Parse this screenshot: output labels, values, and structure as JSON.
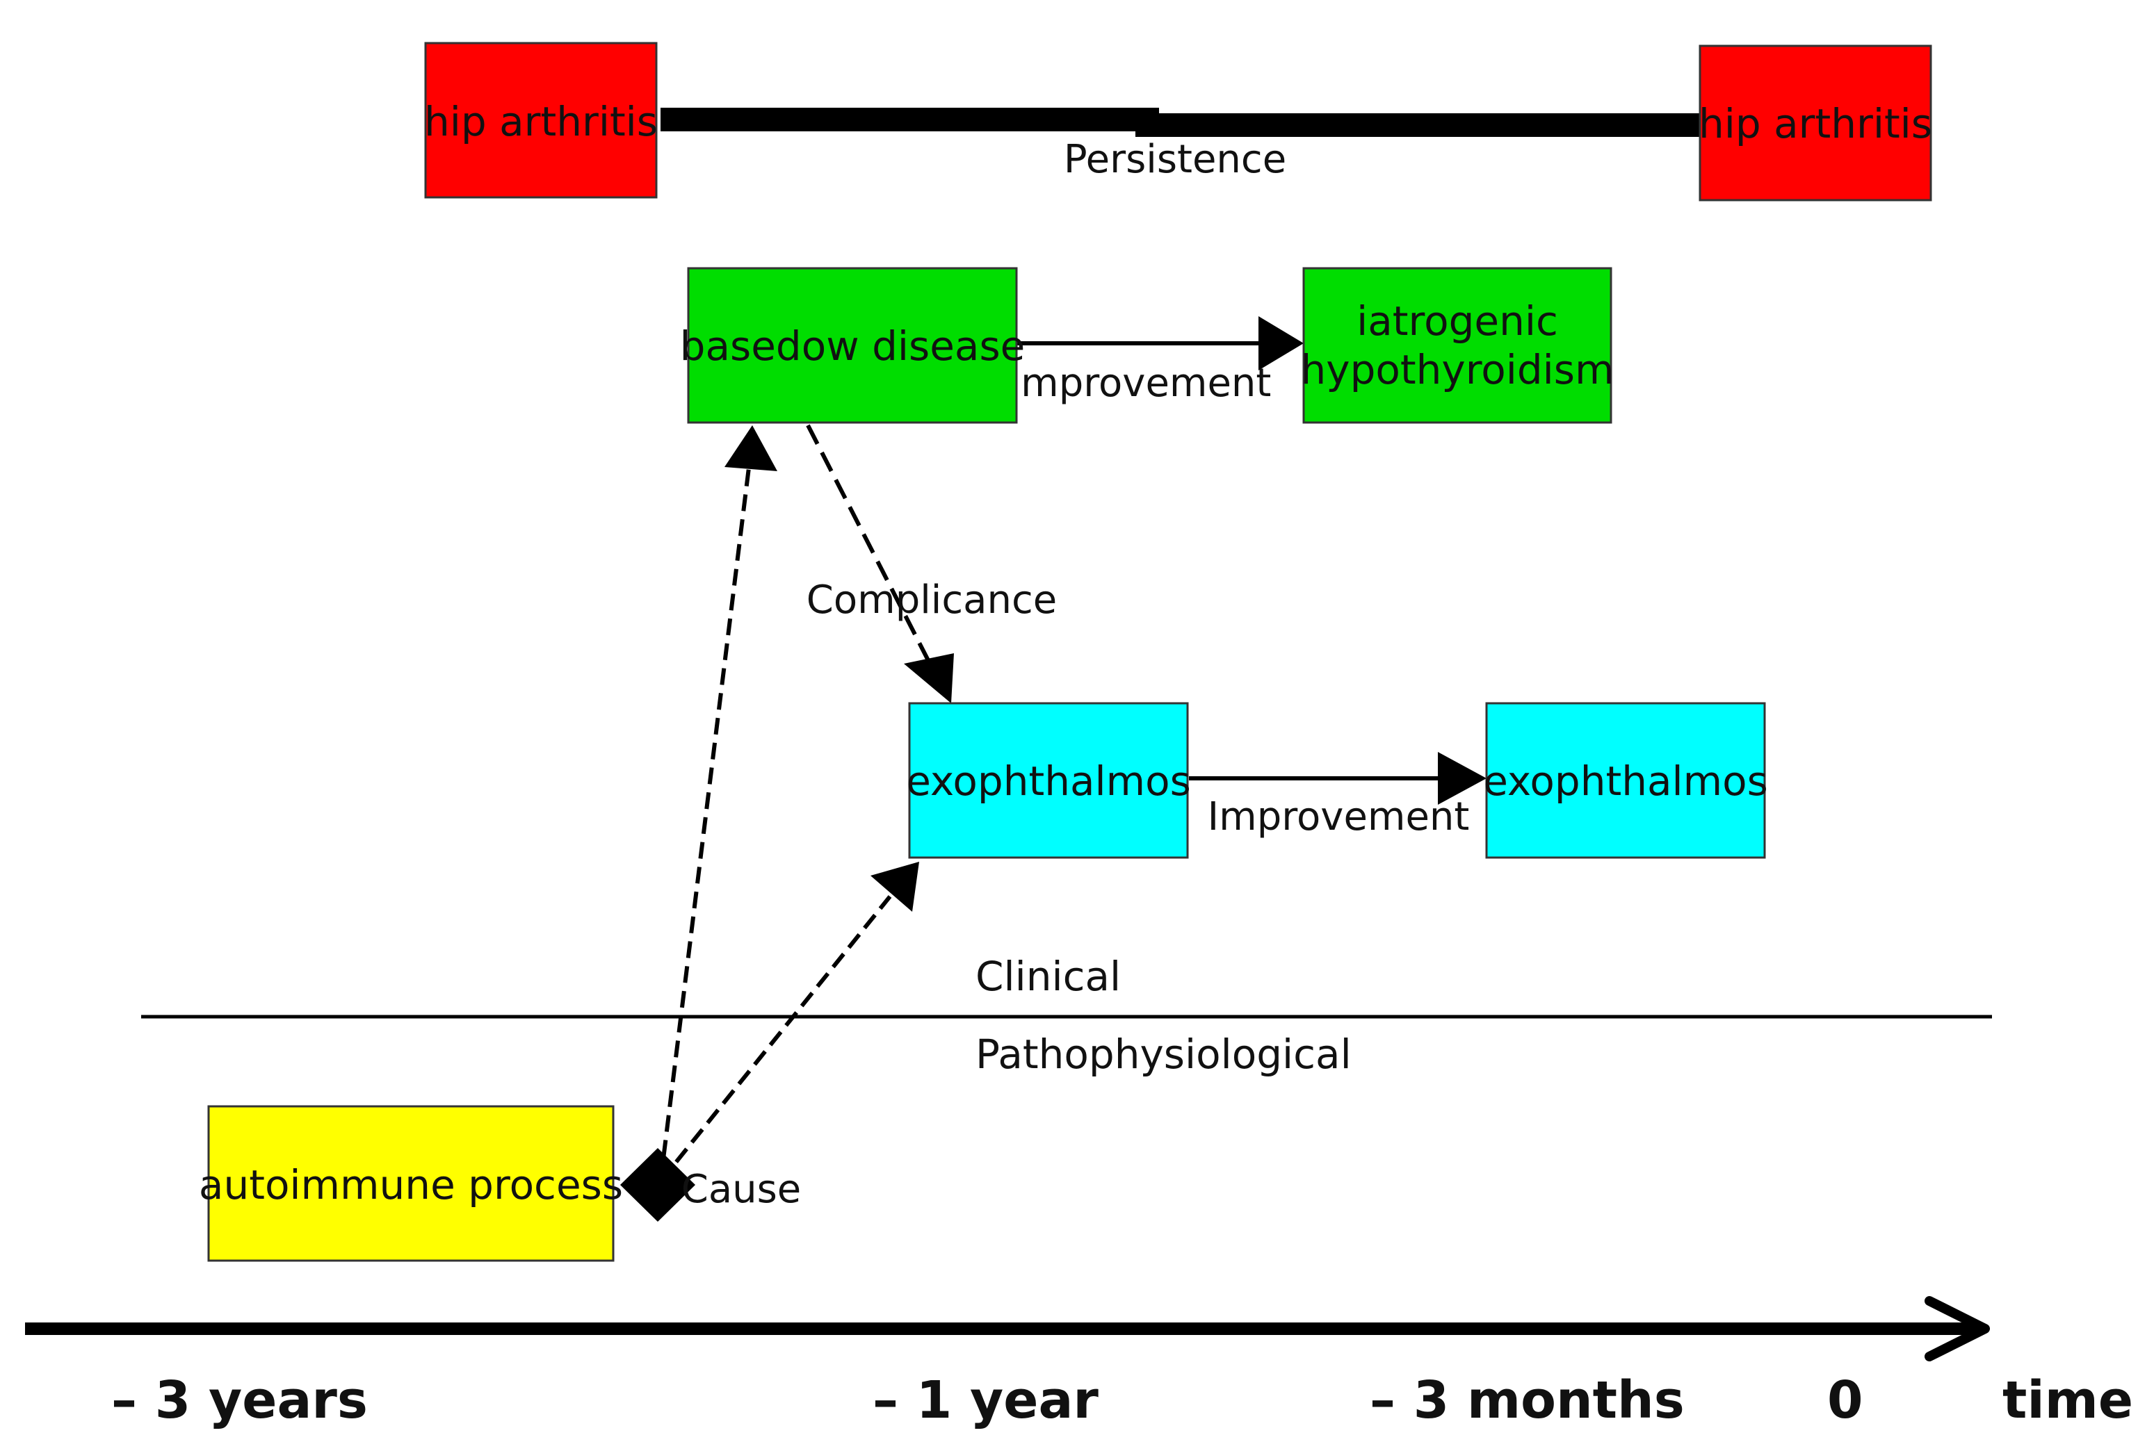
{
  "nodes": {
    "hip_arthritis_start": {
      "label": "hip arthritis",
      "color": "#ff0000"
    },
    "hip_arthritis_end": {
      "label": "hip arthritis",
      "color": "#ff0000"
    },
    "basedow_disease": {
      "label": "basedow disease",
      "color": "#00dd00"
    },
    "iatrogenic_hypothyroidism": {
      "line1": "iatrogenic",
      "line2": "hypothyroidism",
      "color": "#00dd00"
    },
    "exophthalmos_start": {
      "label": "exophthalmos",
      "color": "#00ffff"
    },
    "exophthalmos_end": {
      "label": "exophthalmos",
      "color": "#00ffff"
    },
    "autoimmune_process": {
      "label": "autoimmune process",
      "color": "#ffff00"
    }
  },
  "edges": {
    "persistence": "Persistence",
    "improvement_basedow": "Improvement",
    "complicance": "Complicance",
    "improvement_exophthalmos": "Improvement",
    "cause": "Cause"
  },
  "layers": {
    "clinical": "Clinical",
    "pathophysiological": "Pathophysiological"
  },
  "time_axis": {
    "ticks": [
      "– 3 years",
      "– 1 year",
      "– 3 months",
      "0"
    ],
    "label": "time"
  }
}
